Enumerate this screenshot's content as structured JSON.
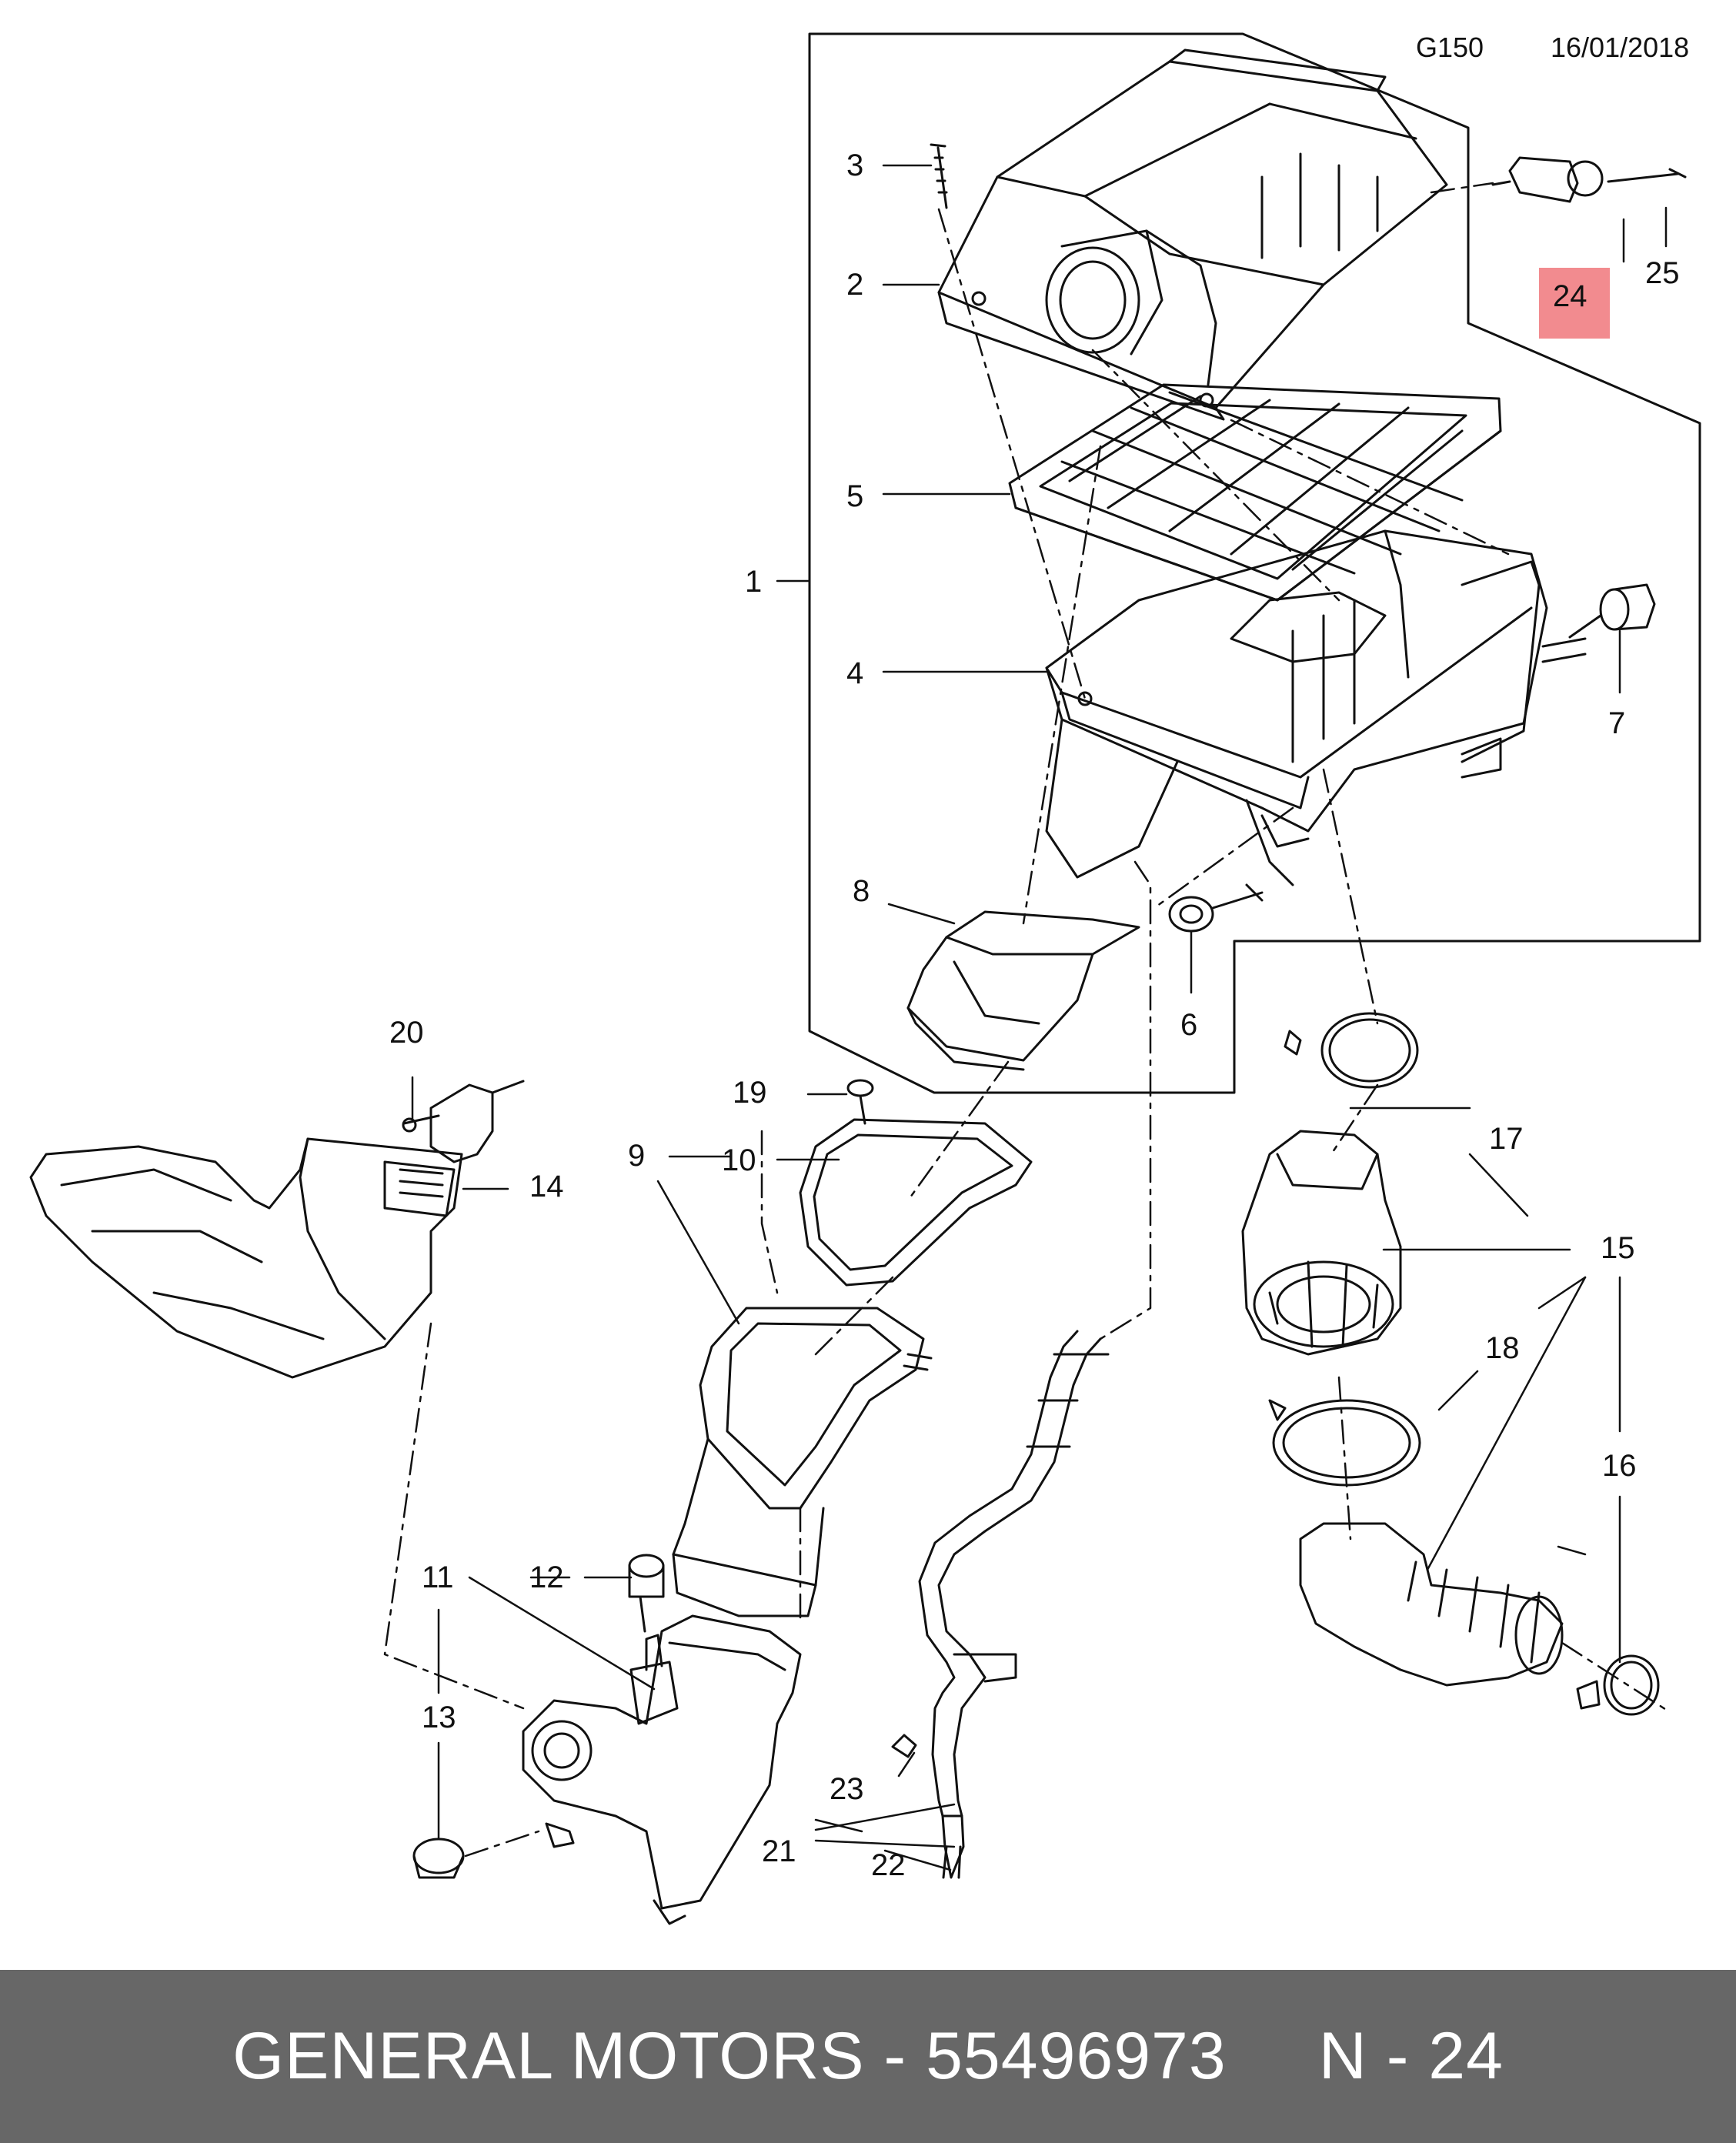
{
  "header": {
    "code": "G150",
    "date": "16/01/2018"
  },
  "callouts": {
    "c1": "1",
    "c2": "2",
    "c3": "3",
    "c4": "4",
    "c5": "5",
    "c6": "6",
    "c7": "7",
    "c8": "8",
    "c9": "9",
    "c10": "10",
    "c11": "11",
    "c12": "12",
    "c13": "13",
    "c14": "14",
    "c15": "15",
    "c16": "16",
    "c17": "17",
    "c18": "18",
    "c19": "19",
    "c20": "20",
    "c21": "21",
    "c22": "22",
    "c23": "23",
    "c24": "24",
    "c25": "25"
  },
  "highlighted_part": "24",
  "footer": {
    "brand_part": "GENERAL MOTORS - 55496973",
    "ref": "N - 24"
  },
  "colors": {
    "highlight": "#f28b8f",
    "footer_bg": "#676767",
    "footer_text": "#ffffff",
    "line": "#111111"
  }
}
